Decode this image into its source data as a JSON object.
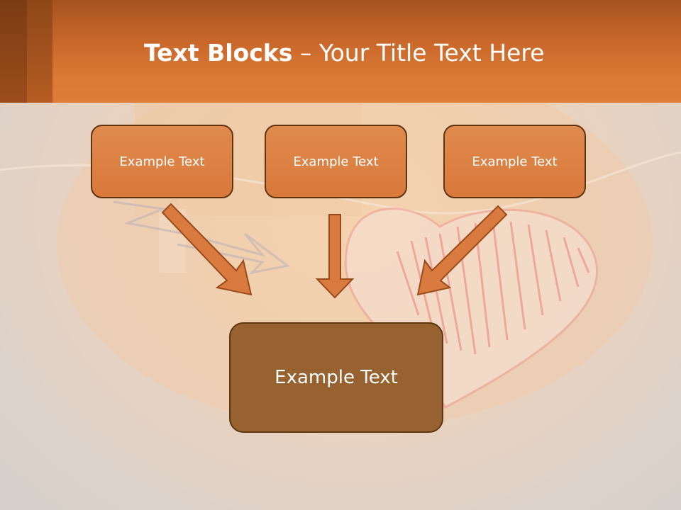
{
  "slide": {
    "title_bold": "Text Blocks",
    "title_dash": " – ",
    "title_rest": "Your Title Text Here"
  },
  "blocks": {
    "top_left": "Example Text",
    "top_center": "Example Text",
    "top_right": "Example Text",
    "bottom": "Example Text"
  },
  "colors": {
    "header": "#db7a34",
    "small_box_fill": "#dd8245",
    "big_box_fill": "#97622f",
    "box_border": "#5f3512",
    "arrow_fill": "#d97b3e"
  },
  "icons": [
    "down-right-arrow-icon",
    "down-arrow-icon",
    "down-left-arrow-icon"
  ]
}
